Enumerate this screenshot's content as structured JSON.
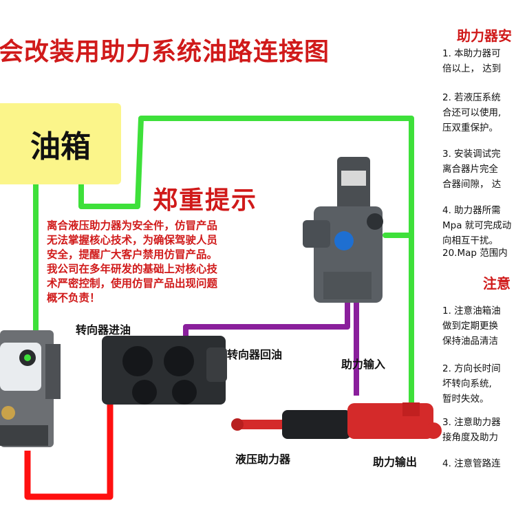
{
  "title": "会改装用助力系统油路连接图",
  "tank_label": "油箱",
  "warning": {
    "title": "郑重提示",
    "lines": [
      "离合液压助力器为安全件，仿冒产品",
      "无法掌握核心技术，为确保驾驶人员",
      "安全，提醒广大客户禁用仿冒产品。",
      "我公司在多年研发的基础上对核心技",
      "术严密控制，使用仿冒产品出现问题",
      "概不负责！"
    ]
  },
  "labels": {
    "steering_in": "转向器进油",
    "steering_return": "转向器回油",
    "assist_input": "助力输入",
    "hydraulic_booster": "液压助力器",
    "assist_output": "助力输出"
  },
  "right_panel": {
    "section1_title": "助力器安",
    "section1_lines": [
      "1. 本助力器可",
      "倍以上，  达到",
      "2. 若液压系统",
      "合还可以使用,",
      "压双重保护。",
      "3. 安装调试完",
      "离合器片完全",
      "合器间隙，  达",
      "4. 助力器所需",
      "Mpa 就可完成动",
      "向相互干扰。",
      "20.Map 范围内"
    ],
    "section2_title": "注意",
    "section2_lines": [
      "1. 注意油箱油",
      "做到定期更换",
      "保持油品清洁",
      "2. 方向长时间",
      "坏转向系统,",
      "暂时失效。",
      "3. 注意助力器",
      "接角度及助力",
      "4. 注意管路连"
    ]
  },
  "colors": {
    "accent_red": "#d01a1a",
    "pipe_green": "#3ee03a",
    "pipe_red": "#ff1010",
    "pipe_purple": "#8a1f9c",
    "tank_yellow": "#fbf58a"
  }
}
